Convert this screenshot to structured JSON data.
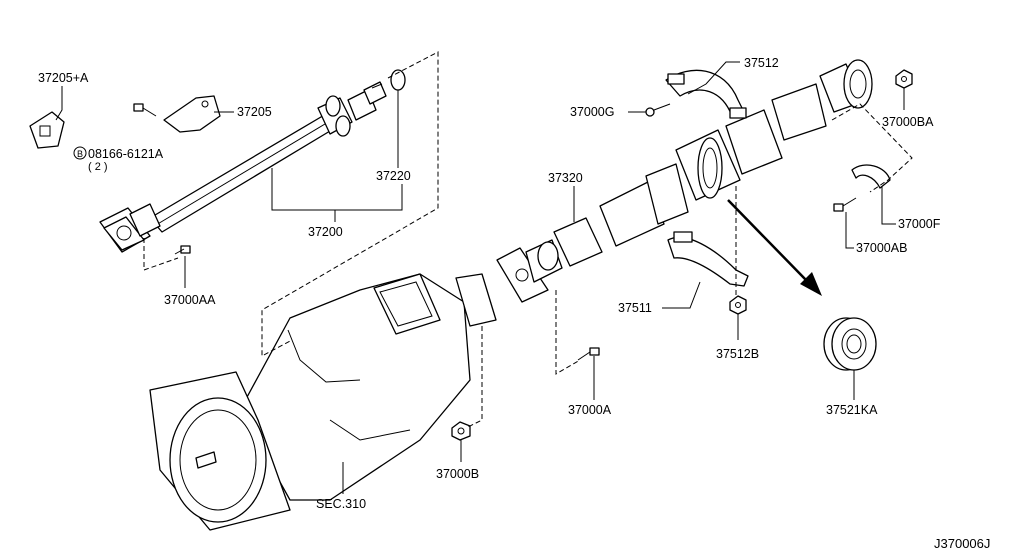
{
  "diagram": {
    "drawing_code": "J370006J",
    "labels": {
      "p37205A": "37205+A",
      "p37205": "37205",
      "bolt_spec_symbol": "B",
      "bolt_spec": "08166-6121A",
      "bolt_qty": "( 2 )",
      "p37220": "37220",
      "p37200": "37200",
      "p37000AA": "37000AA",
      "p37512": "37512",
      "p37000G": "37000G",
      "p37000BA": "37000BA",
      "p37320": "37320",
      "p37000F": "37000F",
      "p37000AB": "37000AB",
      "p37511": "37511",
      "p37512B": "37512B",
      "p37000A": "37000A",
      "p37521KA": "37521KA",
      "p37000B": "37000B",
      "sec310": "SEC.310"
    }
  }
}
